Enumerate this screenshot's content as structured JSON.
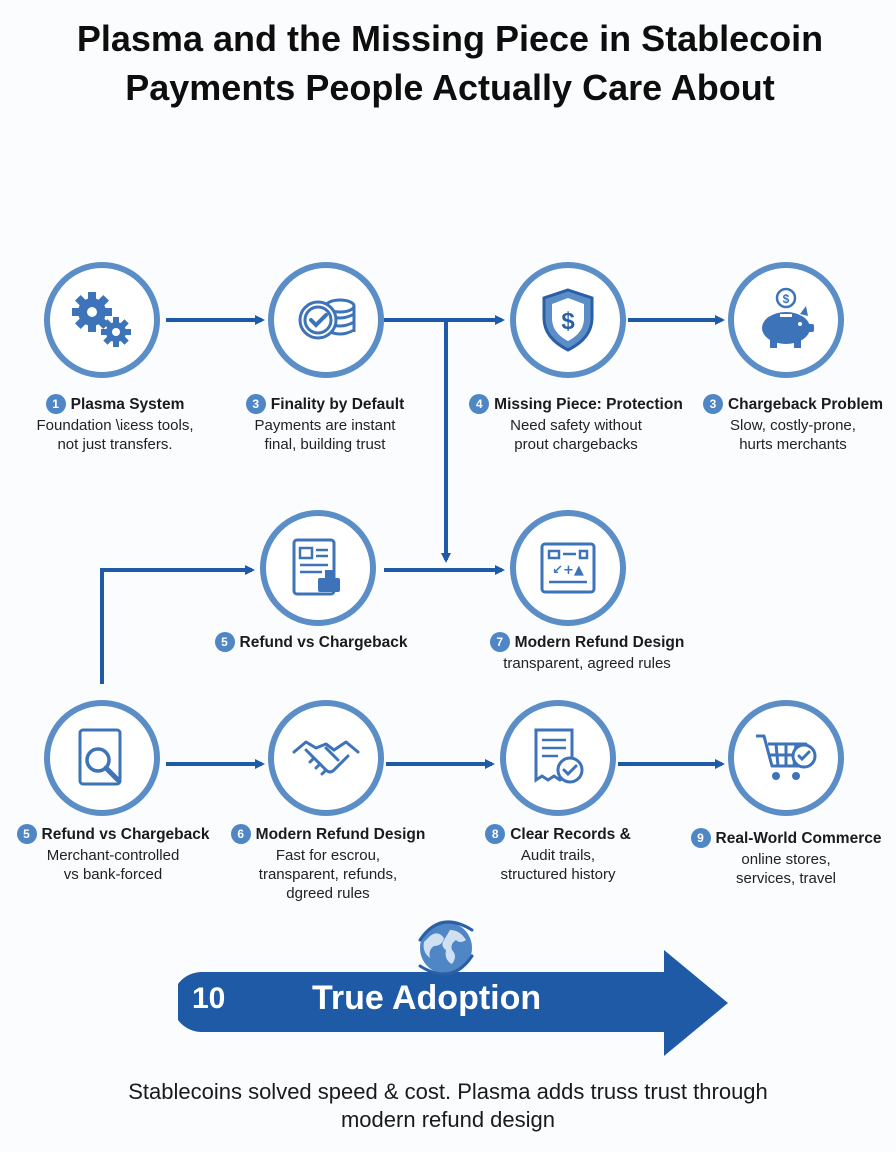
{
  "title": {
    "line1": "Plasma and the Missing Piece in Stablecoin",
    "line2": "Payments People Actually Care About"
  },
  "colors": {
    "accent": "#1f5aa6",
    "circle_border": "#5b8dc7",
    "icon": "#3d73b8"
  },
  "steps": [
    {
      "num": "1",
      "head": "Plasma System",
      "desc1": "Foundation \\iɛess tools,",
      "desc2": "not just transfers.",
      "icon": "gears-icon"
    },
    {
      "num": "3",
      "head": "Finality by Default",
      "desc1": "Payments are instant",
      "desc2": "final, building trust",
      "icon": "coins-check-icon"
    },
    {
      "num": "4",
      "head": "Missing Piece: Protection",
      "desc1": "Need safety without",
      "desc2": "prout chargebacks",
      "icon": "shield-dollar-icon"
    },
    {
      "num": "3",
      "head": "Chargeback Problem",
      "desc1": "Slow, costly-prone,",
      "desc2": "hurts merchants",
      "icon": "piggy-bank-icon"
    },
    {
      "num": "5",
      "head": "Refund vs Chargeback",
      "icon": "document-stamp-icon"
    },
    {
      "num": "7",
      "head": "Modern Refund Design",
      "desc1": "transparent, agreed rules",
      "icon": "rules-board-icon"
    },
    {
      "num": "5",
      "head": "Refund vs Chargeback",
      "desc1": "Merchant-controlled",
      "desc2": "vs bank-forced",
      "icon": "document-search-icon"
    },
    {
      "num": "6",
      "head": "Modern Refund Design",
      "desc1": "Fast for escrou,",
      "desc2": "transparent, refunds,",
      "desc3": "dgreed rules",
      "icon": "handshake-icon"
    },
    {
      "num": "8",
      "head": "Clear Records &",
      "desc1": "Audit trails,",
      "desc2": "structured history",
      "icon": "receipt-check-icon"
    },
    {
      "num": "9",
      "head": "Real-World Commerce",
      "desc1": "online stores,",
      "desc2": "services, travel",
      "icon": "shopping-cart-check-icon"
    }
  ],
  "banner": {
    "num": "10",
    "text": "True Adoption",
    "icon": "globe-icon"
  },
  "footer": {
    "line1": "Stablecoins solved speed & cost. Plasma adds truss trust through",
    "line2": "modern refund design"
  }
}
